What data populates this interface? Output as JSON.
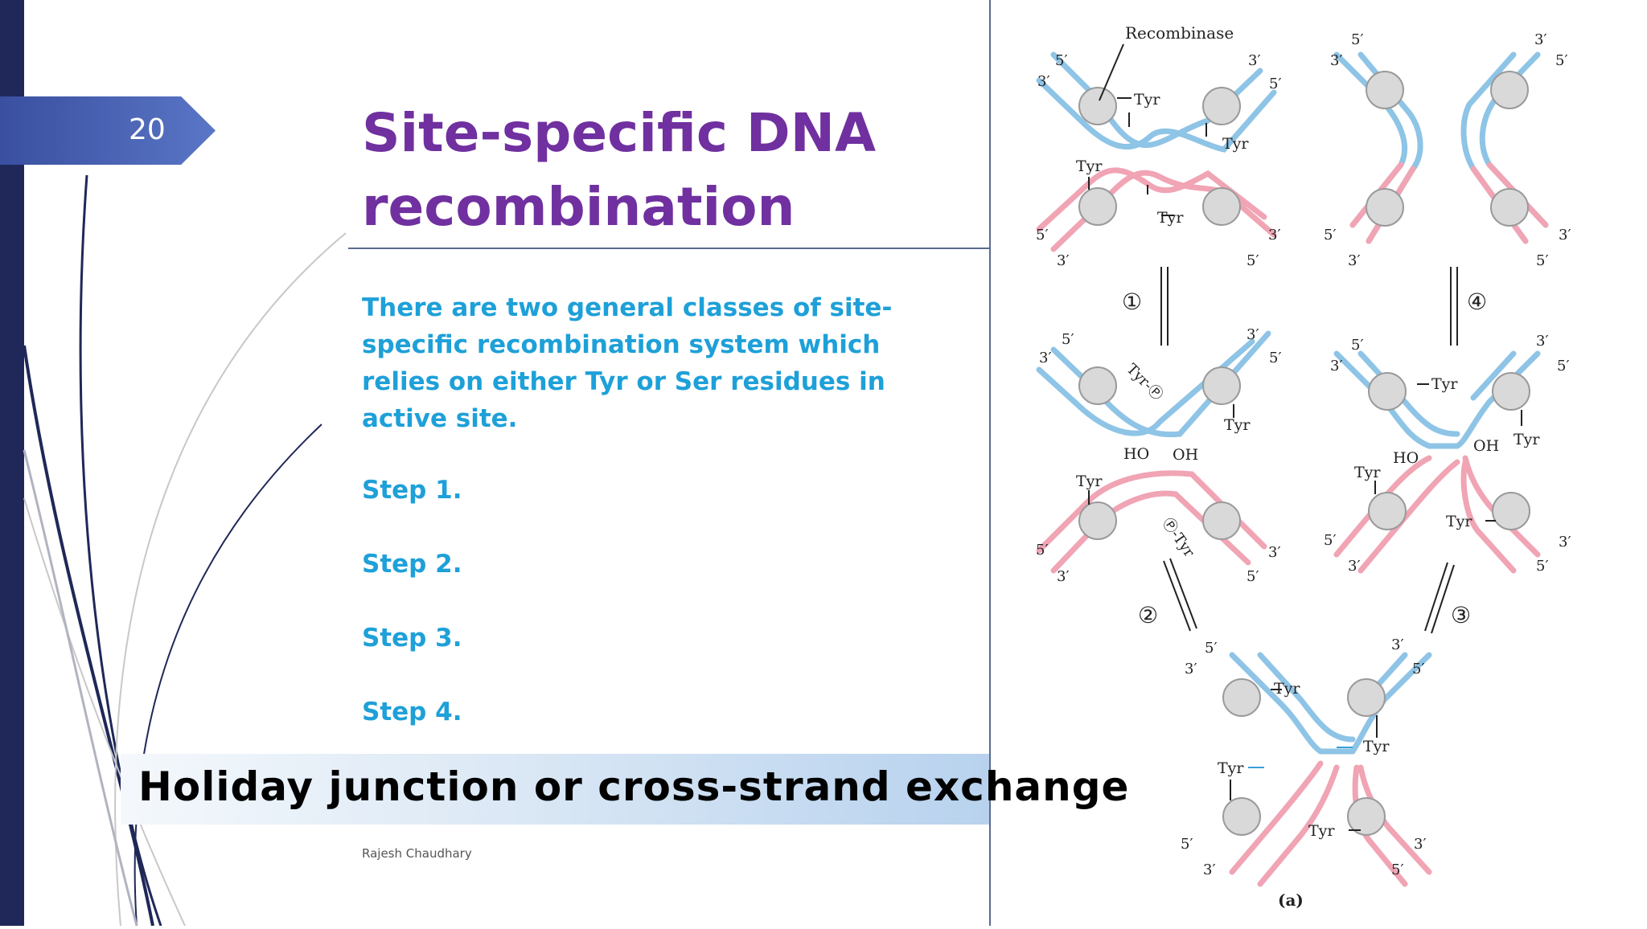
{
  "slide": {
    "number": "20",
    "title": "Site-specific DNA recombination",
    "intro": "There are two general classes of site-specific recombination system which relies on either Tyr or Ser residues in active site.",
    "steps": [
      "Step 1.",
      "Step 2.",
      "Step 3.",
      "Step 4."
    ],
    "banner": "Holiday junction or cross-strand exchange",
    "author": "Rajesh Chaudhary"
  },
  "figure": {
    "recombinase_label": "Recombinase",
    "tyr": "Tyr",
    "five_prime": "5′",
    "three_prime": "3′",
    "ho": "HO",
    "oh": "OH",
    "tyr_p": "Tyr-Ⓟ",
    "p_tyr": "Ⓟ-Tyr",
    "step_markers": [
      "①",
      "②",
      "③",
      "④"
    ],
    "panel_label": "(a)"
  },
  "colors": {
    "title": "#7030a0",
    "body_text": "#1ea0d8",
    "strand_blue": "#8ec4e6",
    "strand_pink": "#f0a4b4",
    "protein_gray": "#d9d9d9"
  }
}
